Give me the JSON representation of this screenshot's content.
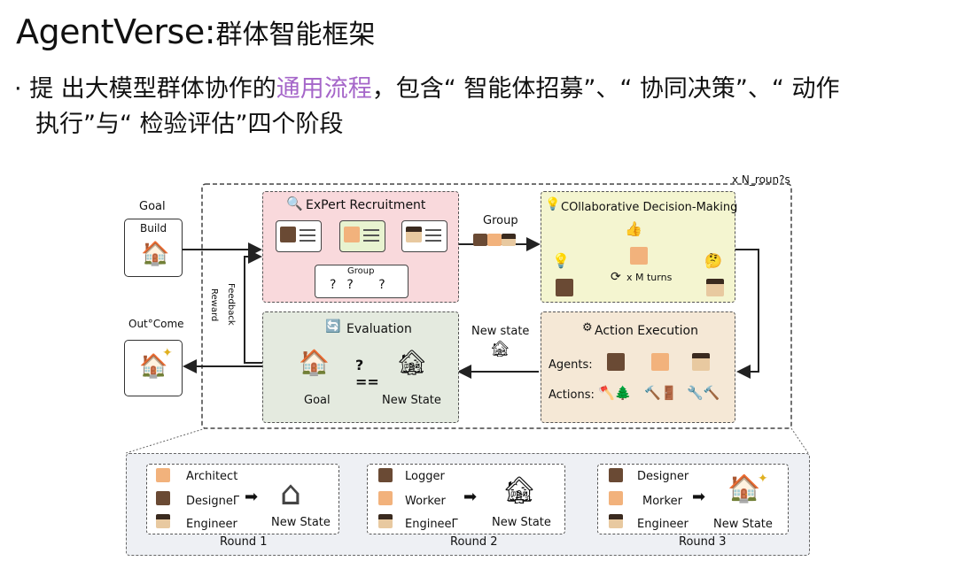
{
  "title": {
    "brand": "AgentVerse",
    "sep": ":",
    "sub": "群体智能框架"
  },
  "bullet": {
    "mark": "·",
    "pre": "提 出大模型群体协作的",
    "highlight": "通用流程",
    "post": "，包含“ 智能体招募”、“ 协同决策”、“ 动作",
    "line2": "执行”与“ 检验评估”四个阶段"
  },
  "colors": {
    "highlight": "#a566c9",
    "recruit_bg": "#f9d9dc",
    "decision_bg": "#f4f5d0",
    "action_bg": "#f5e8d6",
    "eval_bg": "#e4eadf",
    "round_bg": "#eef0f4"
  },
  "diagram": {
    "goal": "Goal",
    "build": "Build",
    "outcome": "Out°Come",
    "rounds_label": "x N_roun?s",
    "feedback": "Feedback",
    "reward": "Reward",
    "recruit_title": "ExPert Recruitment",
    "group_inner": "Group",
    "group_arrow": "Group",
    "decision_title": "COllaborative Decision-Making",
    "turns": "x M turns",
    "eval_title": "Evaluation",
    "eval_goal": "Goal",
    "eval_new": "New State",
    "new_state": "New state",
    "action_title": "Action Execution",
    "agents": "Agents:",
    "actions": "Actions:"
  },
  "rounds": [
    {
      "name": "Round 1",
      "roles": [
        "Architect",
        "DesigneГ",
        "Engineer"
      ],
      "state": "New State"
    },
    {
      "name": "Round 2",
      "roles": [
        "Logger",
        "Worker",
        "EngineeГ"
      ],
      "state": "New State"
    },
    {
      "name": "Round 3",
      "roles": [
        "Designer",
        "Morker",
        "Engineer"
      ],
      "state": "New State"
    }
  ]
}
